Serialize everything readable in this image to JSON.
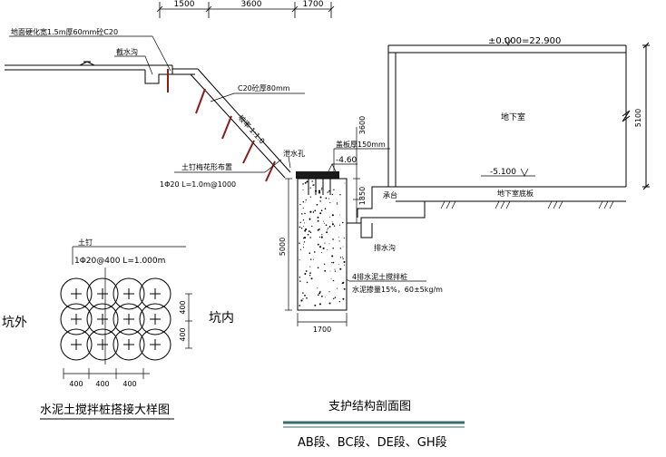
{
  "top_dims": [
    "1500",
    "3600",
    "1700"
  ],
  "labels": {
    "ground_harden": "地面硬化宽1.5m厚60mm砼C20",
    "drain_ditch_top": "截水沟",
    "c20_spray": "C20砼厚80mm",
    "slope_ratio": "坡率 1:1.0",
    "soil_nail_layout": "土钉梅花形布置",
    "soil_nail_spec": "1Φ20  L=1.0m@1000",
    "weep_hole": "泄水孔",
    "crown_beam": "盖板厚150mm",
    "elev_top_beam": "-4.60",
    "elev_ground": "±0.000=22.900",
    "basement": "地下室",
    "elev_floor": "-5.100",
    "basement_floor": "地下室底板",
    "bench": "承台",
    "drain_ditch_bottom": "排水沟",
    "cement_pile": "4排水泥土搅拌桩",
    "cement_mix": "水泥掺量15%，60±5kg/m",
    "dim_3600": "3600",
    "dim_1850": "1850",
    "dim_5000": "5000",
    "dim_1700_bottom": "1700",
    "dim_5100": "5100"
  },
  "detail": {
    "soil_nail": "土钉",
    "nail_spec": "1Φ20@400  L=1.000m",
    "outside": "坑外",
    "inside": "坑内",
    "dim_400": "400",
    "title": "水泥土搅拌桩搭接大样图"
  },
  "section": {
    "title": "支护结构剖面图",
    "subtitle": "AB段、BC段、DE段、GH段"
  }
}
